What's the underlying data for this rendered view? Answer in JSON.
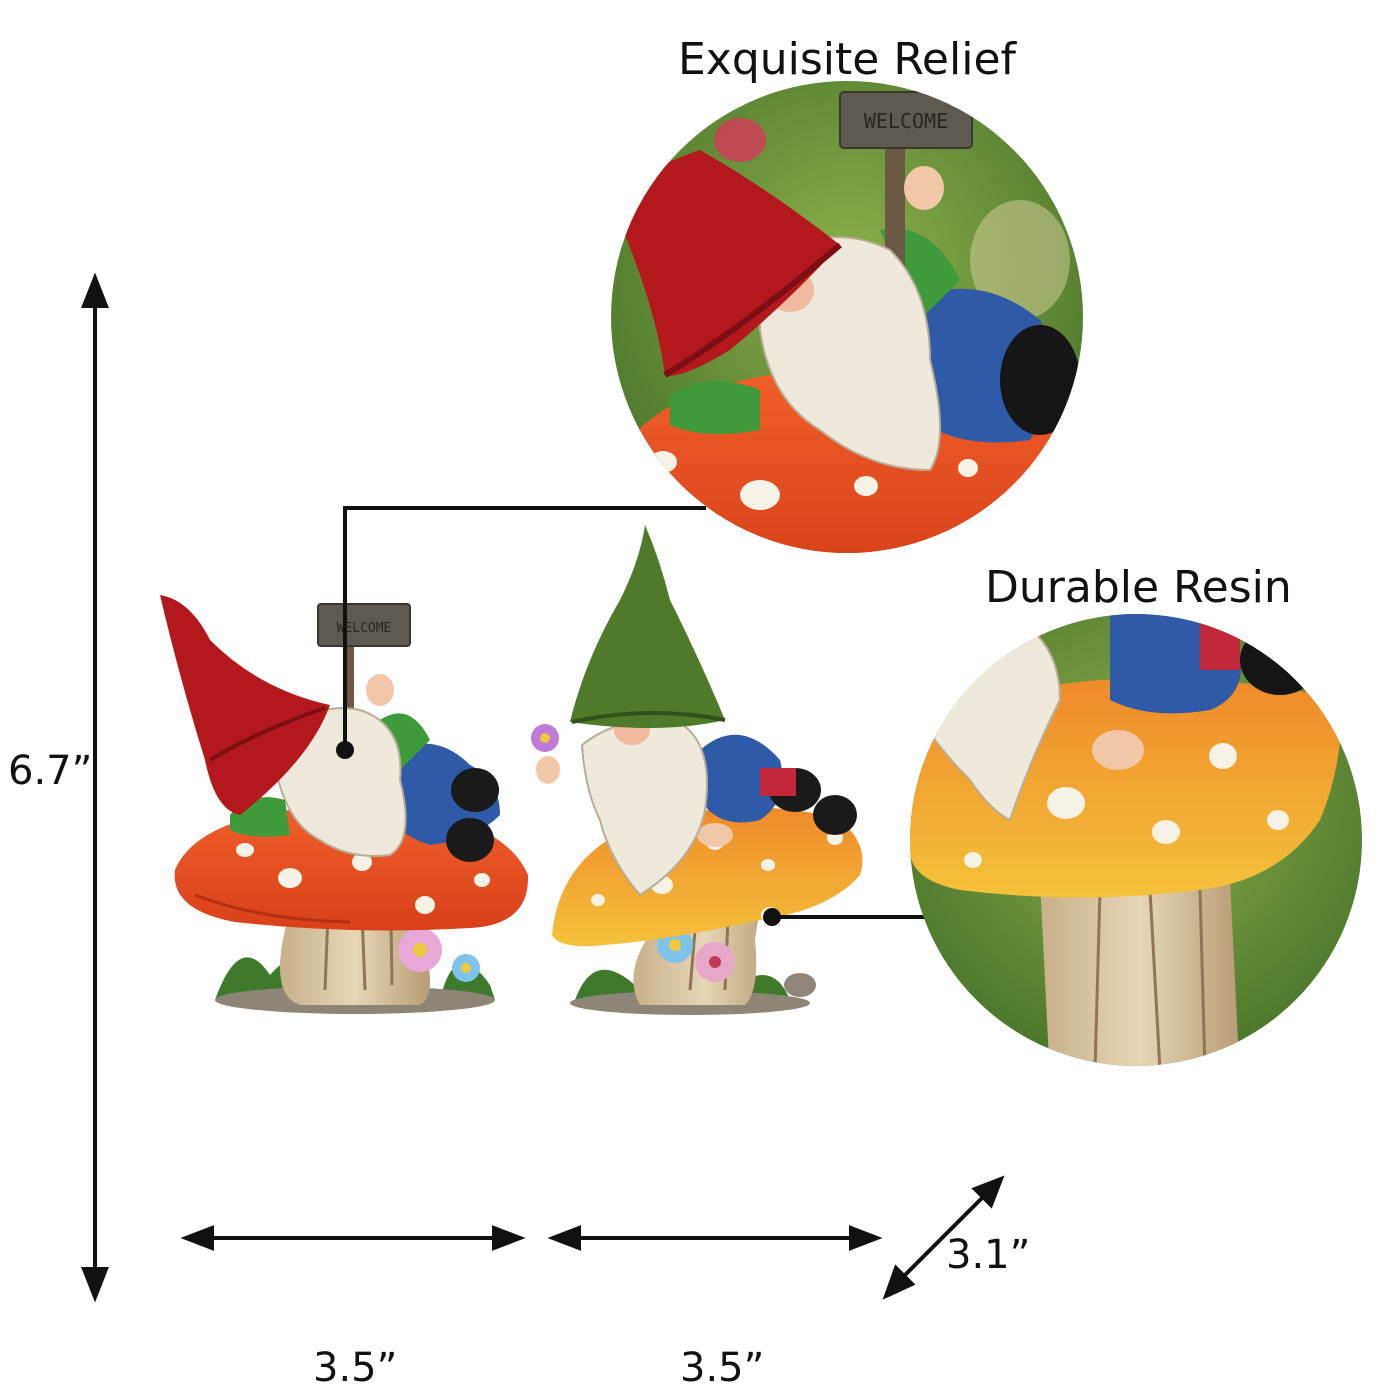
{
  "labels": {
    "exquisite_relief": "Exquisite Relief",
    "durable_resin": "Durable Resin",
    "height": "6.7”",
    "width_left": "3.5”",
    "width_right": "3.5”",
    "depth": "3.1”"
  },
  "sign_text": "WELCOME",
  "colors": {
    "red_hat": "#b3191c",
    "green_hat": "#4f7a2a",
    "cap_orange": "#e8501f",
    "cap_yellow": "#f2b32e",
    "stem": "#d9c6a2",
    "beard": "#efe9dc",
    "coat_blue": "#2f5aa8",
    "grass_bg": "#5e8a34"
  }
}
